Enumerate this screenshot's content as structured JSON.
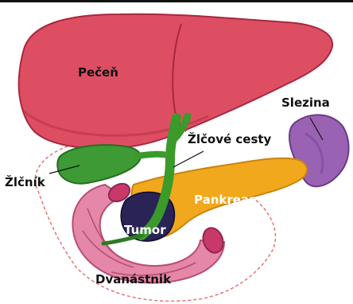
{
  "labels": {
    "liver": "Pečeň",
    "spleen": "Slezina",
    "bile_ducts": "Žlčové cesty",
    "gallbladder": "Žlčník",
    "pancreas": "Pankreas",
    "tumor": "Tumor",
    "duodenum": "Dvanástnik"
  },
  "colors": {
    "liver": "#de4e63",
    "liver_shadow": "#b93249",
    "spleen": "#9a62b3",
    "bile": "#3a9a2a",
    "gallbladder": "#3e9a35",
    "pancreas": "#f1a81c",
    "tumor": "#2a2456",
    "duodenum": "#e487a8",
    "dashed_outline": "#e36b6b",
    "label_dark": "#111111",
    "label_light": "#ffffff"
  }
}
